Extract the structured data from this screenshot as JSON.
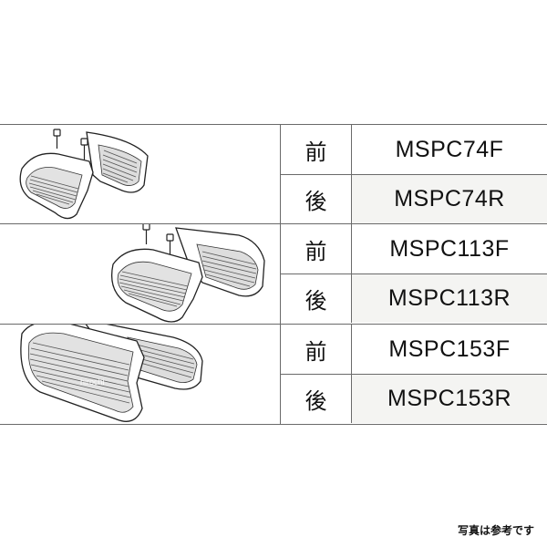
{
  "groups": [
    {
      "rows": [
        {
          "position": "前",
          "code": "MSPC74F"
        },
        {
          "position": "後",
          "code": "MSPC74R"
        }
      ]
    },
    {
      "rows": [
        {
          "position": "前",
          "code": "MSPC113F"
        },
        {
          "position": "後",
          "code": "MSPC113R"
        }
      ]
    },
    {
      "rows": [
        {
          "position": "前",
          "code": "MSPC153F"
        },
        {
          "position": "後",
          "code": "MSPC153R"
        }
      ]
    }
  ],
  "watermark": "hirochi",
  "footer_note": "写真は参考です"
}
